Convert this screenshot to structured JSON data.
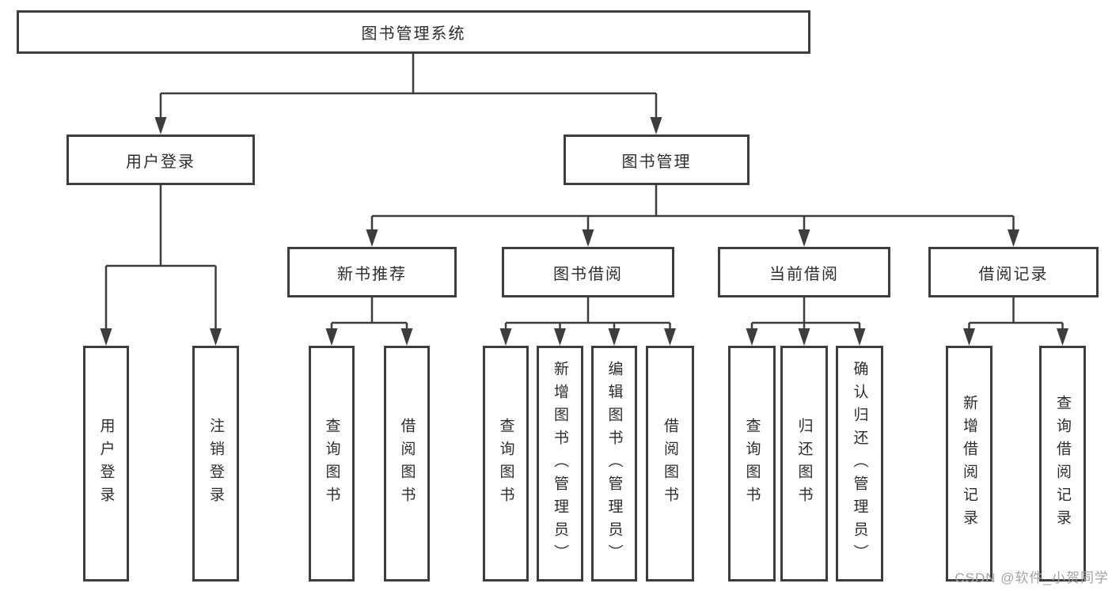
{
  "diagram": {
    "title": "图书管理系统",
    "watermark": "CSDN @软件_小贺同学",
    "colors": {
      "line": "#3d3d3d",
      "text": "#2d2d2d",
      "watermark": "#a3a3a3",
      "background": "#ffffff"
    },
    "nodes": {
      "root": {
        "label": "图书管理系统"
      },
      "level2": [
        {
          "label": "用户登录"
        },
        {
          "label": "图书管理"
        }
      ],
      "level3": [
        {
          "label": "新书推荐"
        },
        {
          "label": "图书借阅"
        },
        {
          "label": "当前借阅"
        },
        {
          "label": "借阅记录"
        }
      ],
      "leaves": {
        "user_login": [
          {
            "label": "用户登录"
          },
          {
            "label": "注销登录"
          }
        ],
        "new_book": [
          {
            "label": "查询图书"
          },
          {
            "label": "借阅图书"
          }
        ],
        "book_borrow": [
          {
            "label": "查询图书"
          },
          {
            "label": "新增图书（管理员）"
          },
          {
            "label": "编辑图书（管理员）"
          },
          {
            "label": "借阅图书"
          }
        ],
        "current_borrow": [
          {
            "label": "查询图书"
          },
          {
            "label": "归还图书"
          },
          {
            "label": "确认归还（管理员）"
          }
        ],
        "borrow_record": [
          {
            "label": "新增借阅记录"
          },
          {
            "label": "查询借阅记录"
          }
        ]
      }
    }
  }
}
